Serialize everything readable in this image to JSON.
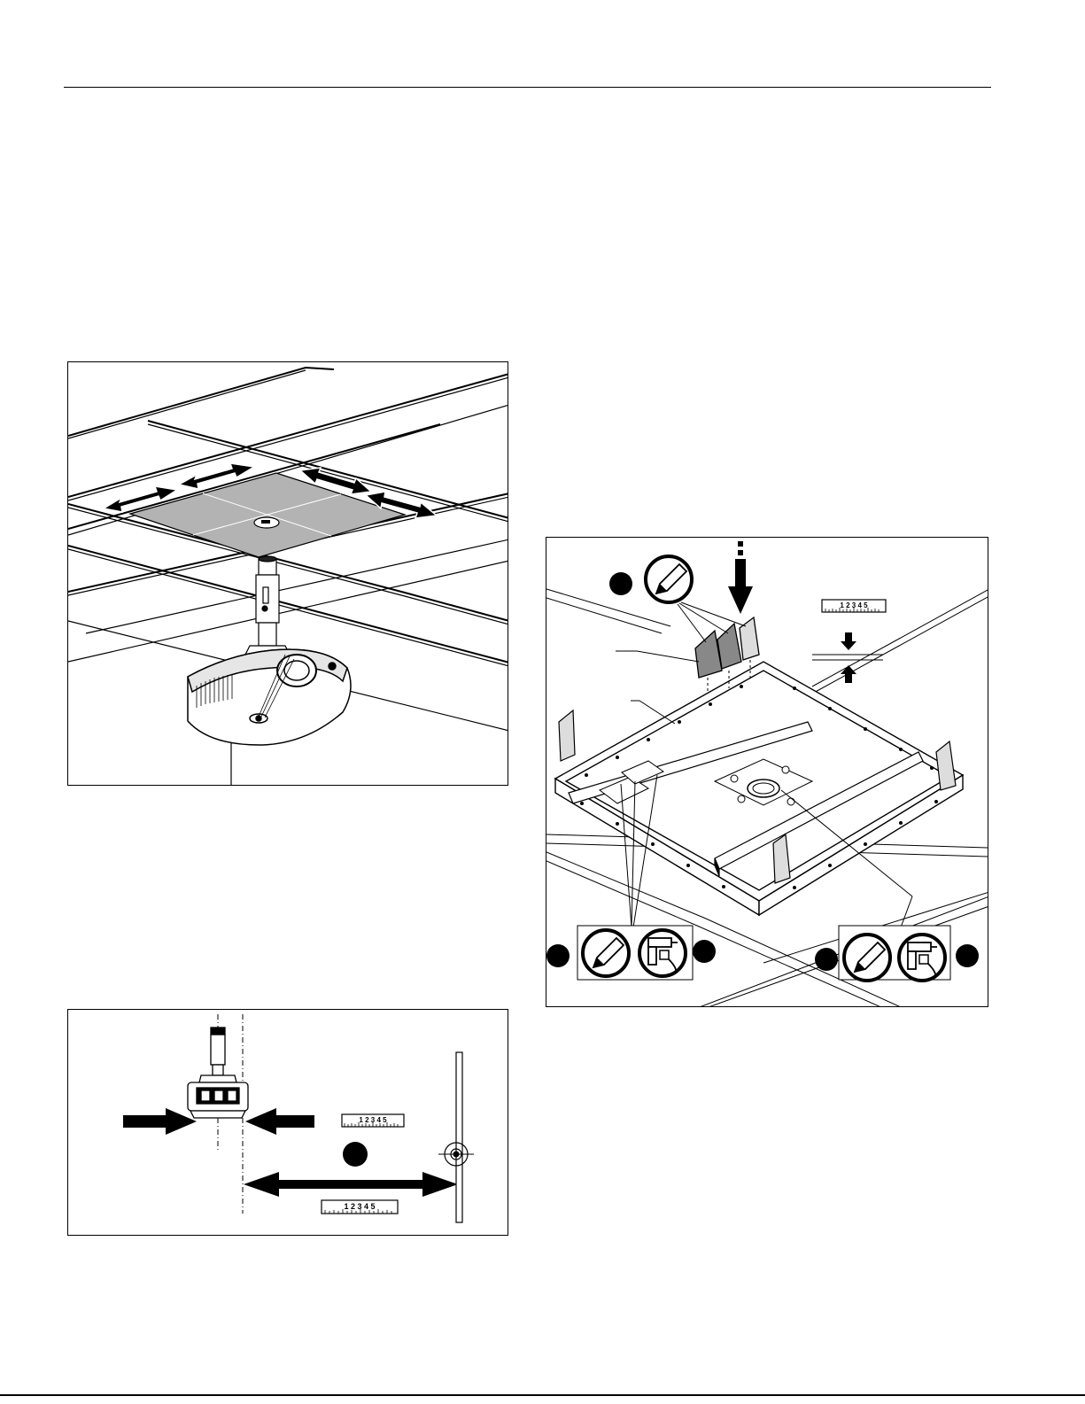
{
  "page": {
    "figures": [
      {
        "id": "ceiling-installation",
        "icons": [
          "arrow-icon",
          "arrow-icon",
          "arrow-icon",
          "arrow-icon"
        ]
      },
      {
        "id": "projector-offset",
        "ruler_digits": "1 2 3 4 5",
        "icons": [
          "arrow-icon",
          "arrow-icon",
          "ruler-icon",
          "ruler-icon",
          "crosshair-icon",
          "callout-dot-icon"
        ]
      },
      {
        "id": "frame-assembly",
        "ruler_digits": "1 2 3 4 5",
        "icons": [
          "pencil-icon",
          "drill-icon",
          "ruler-icon",
          "callout-dot-icon"
        ]
      }
    ]
  },
  "colors": {
    "ink": "#000000",
    "tile_fill": "#b3b3b3",
    "line": "#555555",
    "background": "#ffffff"
  }
}
